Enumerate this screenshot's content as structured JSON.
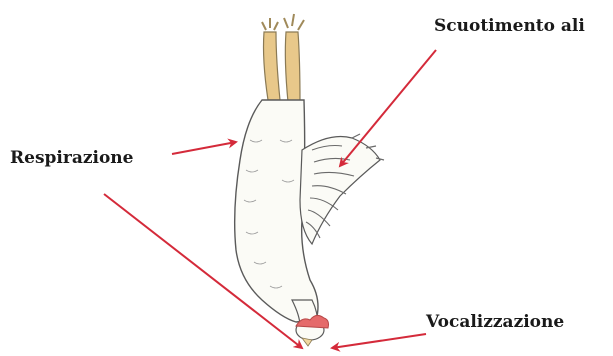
{
  "labels": {
    "wing_flapping": "Scuotimento ali",
    "breathing": "Respirazione",
    "vocalization": "Vocalizzazione"
  },
  "colors": {
    "arrow": "#d42a3a",
    "body_fill": "#fbfbf6",
    "outline": "#5a5a5a",
    "leg": "#e8c88a",
    "comb": "#e56a6a"
  }
}
